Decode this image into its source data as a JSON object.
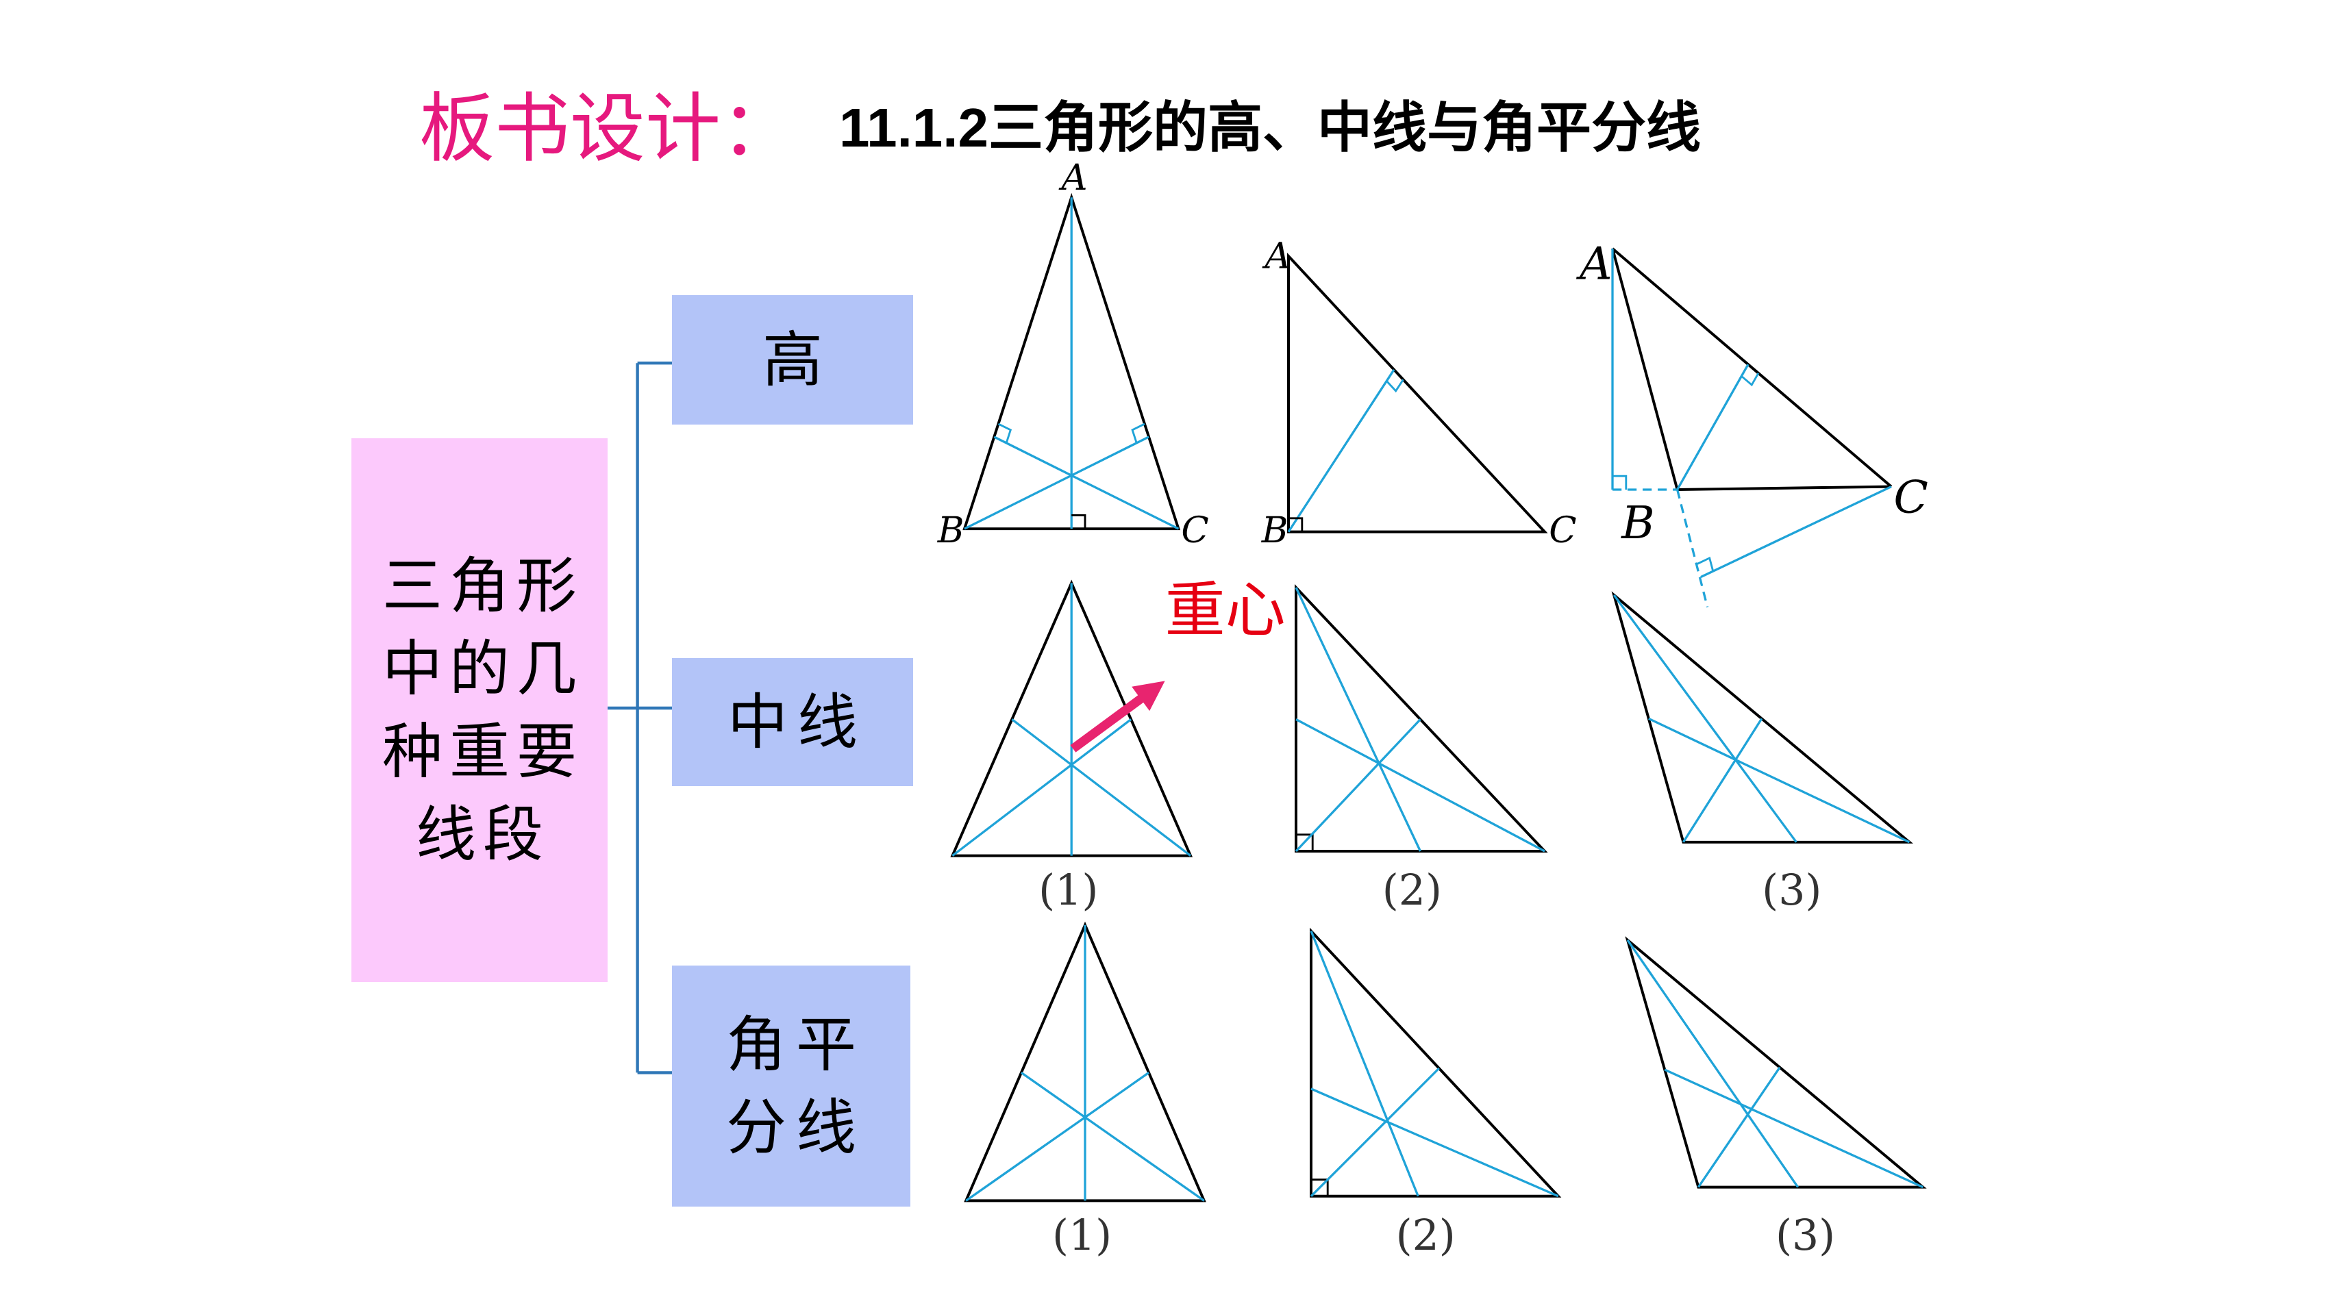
{
  "title": {
    "main": "板书设计：",
    "subtitle": "11.1.2三角形的高、中线与角平分线"
  },
  "topic_box": {
    "lines": [
      "三角形",
      "中的几",
      "种重要",
      "线段"
    ]
  },
  "branches": [
    {
      "lines": [
        "高"
      ]
    },
    {
      "lines": [
        "中线"
      ]
    },
    {
      "lines": [
        "角平",
        "分线"
      ]
    }
  ],
  "altitude_row": {
    "figures": [
      {
        "vertex_labels": [
          "A",
          "B",
          "C"
        ]
      },
      {
        "vertex_labels": [
          "A",
          "B",
          "C"
        ]
      },
      {
        "vertex_labels": [
          "A",
          "B",
          "C"
        ]
      }
    ]
  },
  "median_row": {
    "annotation": "重心",
    "figure_labels": [
      "(1)",
      "(2)",
      "(3)"
    ]
  },
  "bisector_row": {
    "figure_labels": [
      "(1)",
      "(2)",
      "(3)"
    ]
  },
  "colors": {
    "title": "#e6197e",
    "topic_box": "#fcc9fc",
    "branch_box": "#b3c4f8",
    "connector": "#2f77b7",
    "construction_line": "#1fa3d8",
    "annotation": "#e60012",
    "arrow": "#e8246f"
  }
}
